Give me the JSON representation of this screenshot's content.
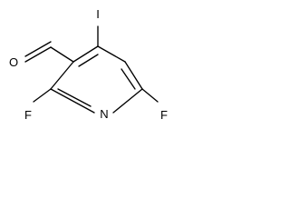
{
  "molecule": {
    "atoms": {
      "iodine": "I",
      "oxygen": "O",
      "nitrogen": "N",
      "fluorine_left": "F",
      "fluorine_right": "F"
    }
  }
}
